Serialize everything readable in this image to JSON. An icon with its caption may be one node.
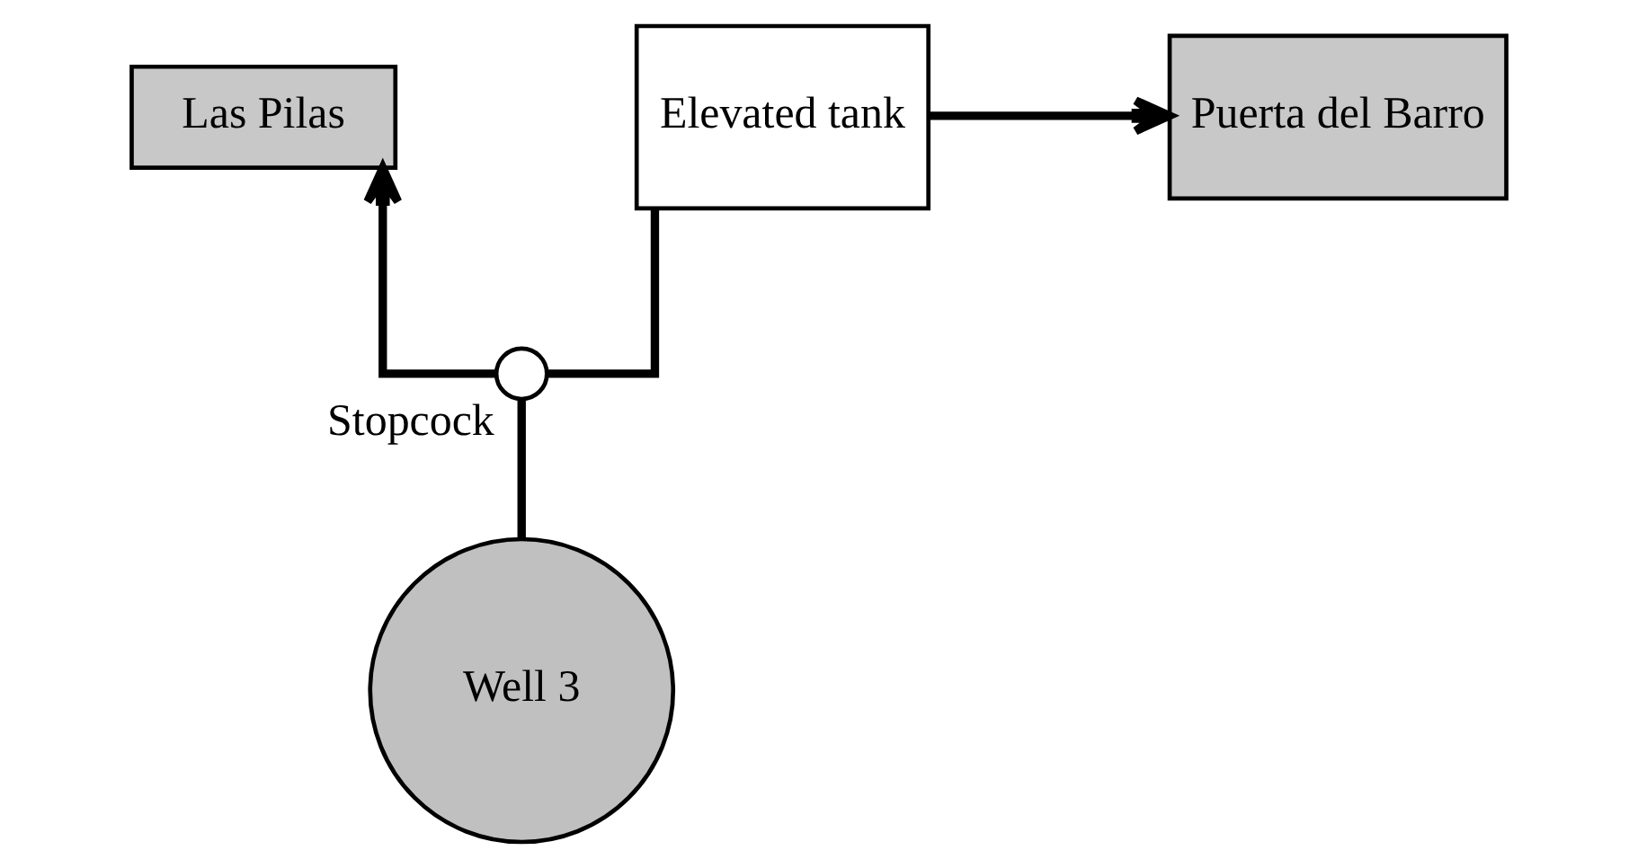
{
  "diagram": {
    "nodes": [
      {
        "text": [
          "Las Pilas"
        ]
      },
      {
        "text": [
          "Elevated tank"
        ]
      },
      {
        "text": [
          "Puerta del Barro"
        ]
      },
      {
        "text": [],
        "shape": "circle",
        "beside": [
          "Stopcock"
        ]
      },
      {
        "text": [
          "Well 3"
        ]
      }
    ],
    "edges": [
      {
        "from": 4,
        "to": 3,
        "arrow": "none"
      },
      {
        "from": 3,
        "to": 1,
        "arrow": "none"
      },
      {
        "from": 3,
        "to": 0,
        "arrow": "to"
      },
      {
        "from": 1,
        "to": 2,
        "arrow": "to"
      }
    ]
  }
}
